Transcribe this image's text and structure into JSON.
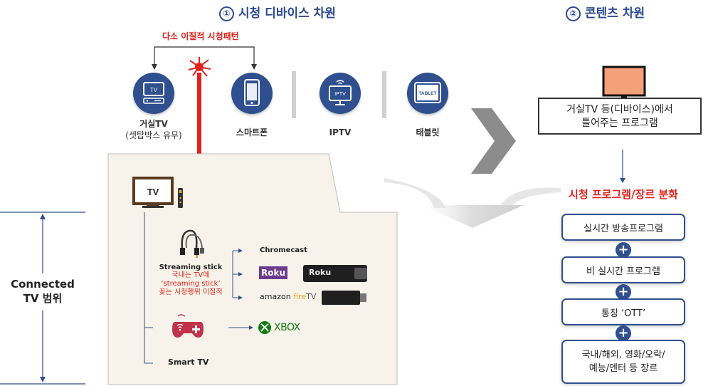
{
  "headings": {
    "device": {
      "num": "①",
      "text": "시청 디바이스 차원"
    },
    "content": {
      "num": "②",
      "text": "콘텐츠 차원"
    }
  },
  "pattern_label": "다소 이질적 시청패턴",
  "devices": [
    {
      "icon": "tv-setup-icon",
      "icon_text": "TV",
      "label": "거실TV",
      "sublabel": "(셋탑박스 유무)"
    },
    {
      "icon": "smartphone-icon",
      "label": "스마트폰"
    },
    {
      "icon": "iptv-icon",
      "icon_text": "IPTV",
      "label": "IPTV"
    },
    {
      "icon": "tablet-icon",
      "icon_text": "TABLET",
      "label": "태블릿"
    }
  ],
  "content_box": {
    "line1": "거실TV 등(디바이스)에서",
    "line2": "틀어주는 프로그램"
  },
  "segmentation_title": "시청 프로그램/장르 분화",
  "programs": [
    {
      "line1": "실시간 방송프로그램"
    },
    {
      "line1": "비 실시간 프로그램"
    },
    {
      "line1": "통칭 ‘OTT’"
    },
    {
      "line1": "국내/해외, 영화/오락/",
      "line2": "예능/엔터 등 장르"
    }
  ],
  "connected_tv": {
    "line1": "Connected",
    "line2": "TV 범위"
  },
  "panel": {
    "tv_icon_text": "TV",
    "streaming": {
      "title": "Streaming stick",
      "note_lines": [
        "국내는 TV에",
        "‘streaming stick’",
        "꽂는 시청행위 이질적"
      ]
    },
    "chromecast": "Chromecast",
    "roku": "Roku",
    "roku_device": "Roku",
    "amazon": "amazon",
    "fire": "fire",
    "tv_suffix": "TV",
    "xbox": "XBOX",
    "smart_tv": "Smart TV"
  },
  "colors": {
    "navy": "#2f4f8e",
    "heading": "#2b4a8f",
    "red": "#e0231c",
    "panel_bg": "#f7f3ea",
    "roku_purple": "#6c3b8e",
    "xbox_green": "#107c10"
  }
}
